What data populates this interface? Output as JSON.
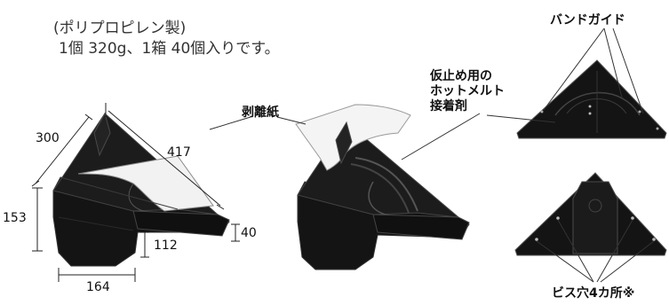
{
  "spec": {
    "material": "(ポリプロピレン製)",
    "weight_qty": "1個 320g、1箱 40個入りです。"
  },
  "dimensions": {
    "width_top": "300",
    "diagonal": "417",
    "height": "153",
    "strap_height": "40",
    "inner_height": "112",
    "base_width": "164"
  },
  "callouts": {
    "release_paper": "剥離紙",
    "hotmelt_line1": "仮止め用の",
    "hotmelt_line2": "ホットメルト",
    "hotmelt_line3": "接着剤",
    "band_guide": "バンドガイド",
    "screw_holes": "ビス穴4カ所※"
  },
  "colors": {
    "product": "#141414",
    "product_edge": "#3a3a3a",
    "paper": "#f2f2f2",
    "leader": "#333333"
  }
}
